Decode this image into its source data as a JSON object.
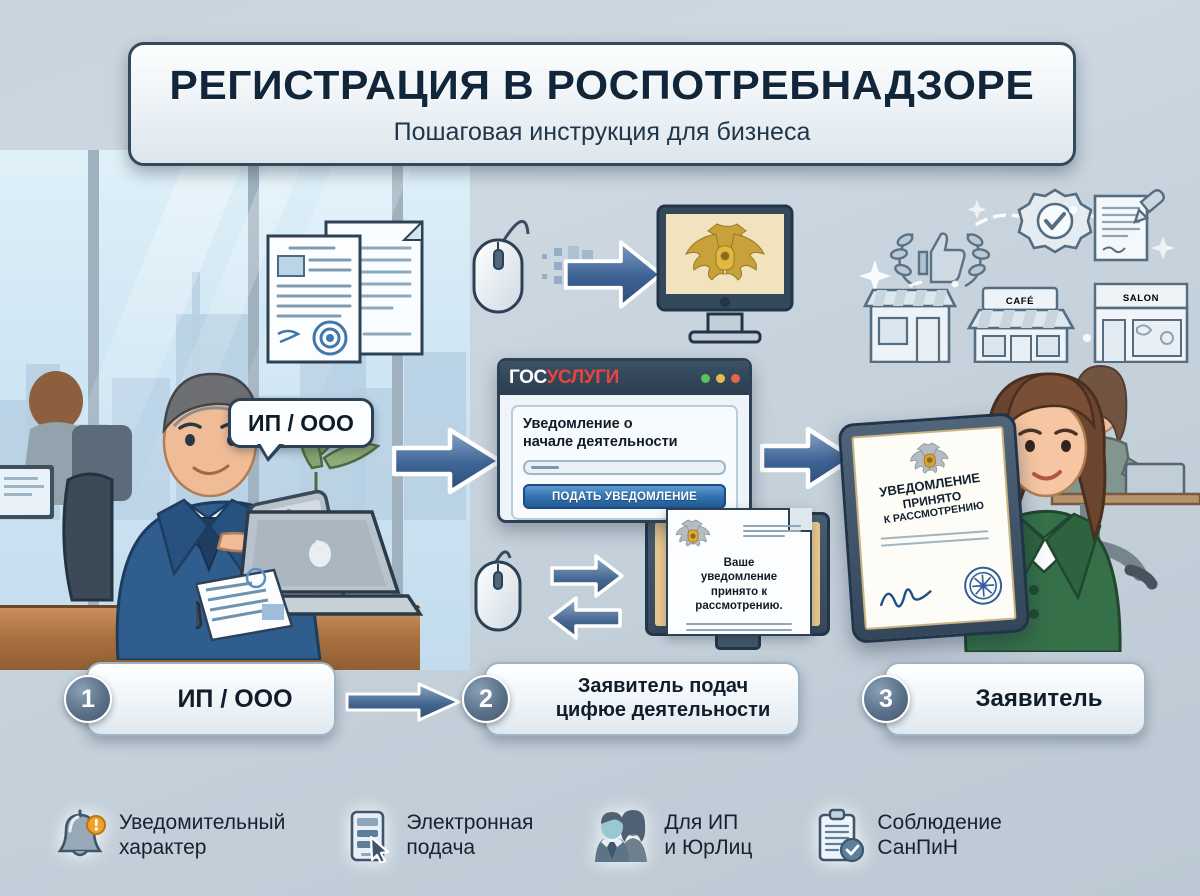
{
  "poster": {
    "title": "РЕГИСТРАЦИЯ В РОСПОТРЕБНАДЗОРЕ",
    "subtitle": "Пошаговая инструкция для бизнеса"
  },
  "speech_bubble": {
    "text": "ИП / ООО"
  },
  "browser": {
    "logo_part1": "ГОС",
    "logo_part2": "УСЛУГИ",
    "heading_line1": "Уведомление о",
    "heading_line2": "начале деятельности",
    "input_placeholder": "",
    "input_value": "",
    "submit_button": "ПОДАТЬ УВЕДОМЛЕНИЕ",
    "dots": [
      "#5cc25c",
      "#e9bd4a",
      "#e4664f"
    ]
  },
  "notification_doc": {
    "line1": "Ваше",
    "line2": "уведомление",
    "line3": "принято к",
    "line4": "рассмотрению."
  },
  "certificate": {
    "line1": "УВЕДОМЛЕНИЕ",
    "line2": "ПРИНЯТО",
    "line3": "К РАССМОТРЕНИЮ"
  },
  "business_icons": {
    "cafe_sign": "CAFÉ",
    "salon_sign": "SALON"
  },
  "steps": [
    {
      "number": "1",
      "label_line1": "ИП / ООО",
      "label_line2": ""
    },
    {
      "number": "2",
      "label_line1": "Заявитель подач",
      "label_line2": "цифюе деятельности"
    },
    {
      "number": "3",
      "label_line1": "Заявитель",
      "label_line2": ""
    }
  ],
  "features": [
    {
      "icon": "bell-alert-icon",
      "line1": "Уведомительный",
      "line2": "характер"
    },
    {
      "icon": "mobile-cursor-icon",
      "line1": "Электронная",
      "line2": "подача"
    },
    {
      "icon": "people-icon",
      "line1": "Для ИП",
      "line2": "и ЮрЛиц"
    },
    {
      "icon": "clipboard-check-icon",
      "line1": "Соблюдение",
      "line2": "СанПиН"
    }
  ],
  "colors": {
    "background": "#c6d2dc",
    "title_text": "#12263b",
    "arrow_blue": "#3c6192",
    "accent_red": "#e8453c",
    "button_blue": "#2f6fae",
    "suit_blue": "#2f5d8e",
    "blazer_green": "#357049",
    "emblem_gold": "#c8a13a"
  }
}
